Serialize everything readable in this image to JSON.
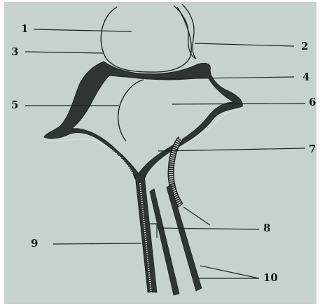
{
  "colors": {
    "background": "#c6d2cb",
    "ink": "#1d2320",
    "fill": "#2e3532"
  },
  "labels": [
    "1",
    "2",
    "3",
    "4",
    "5",
    "6",
    "7",
    "8",
    "9",
    "10"
  ]
}
